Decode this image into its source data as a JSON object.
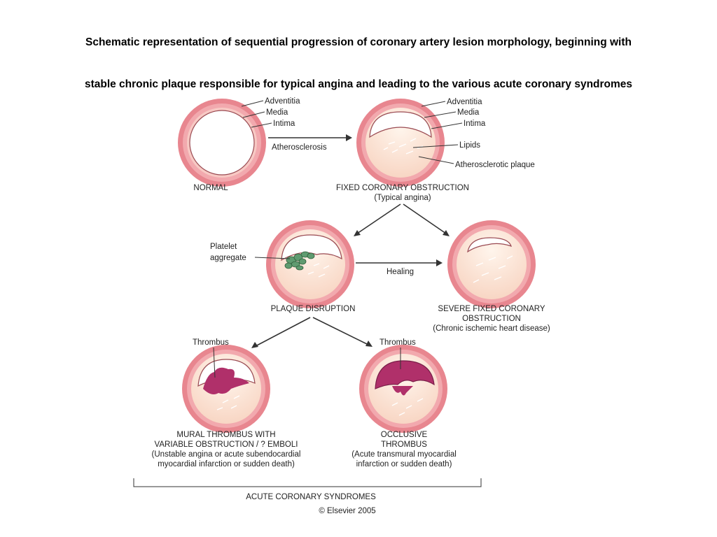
{
  "title": {
    "line1": "Schematic representation of sequential progression of coronary artery lesion morphology, beginning with",
    "line2": "stable chronic plaque responsible for typical angina and leading to the various acute coronary syndromes"
  },
  "labels": {
    "adventitia": "Adventitia",
    "media": "Media",
    "intima": "Intima",
    "lipids": "Lipids",
    "atherosclerotic_plaque": "Atherosclerotic plaque",
    "atherosclerosis": "Atherosclerosis",
    "platelet_line1": "Platelet",
    "platelet_line2": "aggregate",
    "healing": "Healing",
    "thrombus": "Thrombus"
  },
  "captions": {
    "normal": "NORMAL",
    "fixed_line1": "FIXED CORONARY OBSTRUCTION",
    "fixed_line2": "(Typical angina)",
    "disruption": "PLAQUE DISRUPTION",
    "severe_line1": "SEVERE FIXED CORONARY",
    "severe_line2": "OBSTRUCTION",
    "severe_line3": "(Chronic ischemic heart disease)",
    "mural_line1": "MURAL THROMBUS WITH",
    "mural_line2": "VARIABLE OBSTRUCTION / ? EMBOLI",
    "mural_line3": "(Unstable angina or acute subendocardial",
    "mural_line4": "myocardial infarction or sudden death)",
    "occlusive_line1": "OCCLUSIVE",
    "occlusive_line2": "THROMBUS",
    "occlusive_line3": "(Acute transmural myocardial",
    "occlusive_line4": "infarction or sudden death)",
    "acute": "ACUTE CORONARY SYNDROMES",
    "copyright": "© Elsevier 2005"
  },
  "colors": {
    "adventitia": "#e8868f",
    "media": "#f2a9ae",
    "intima": "#f7c9c4",
    "plaque": "#fbe3d3",
    "platelet": "#5f9b70",
    "thrombus": "#b0306a"
  }
}
